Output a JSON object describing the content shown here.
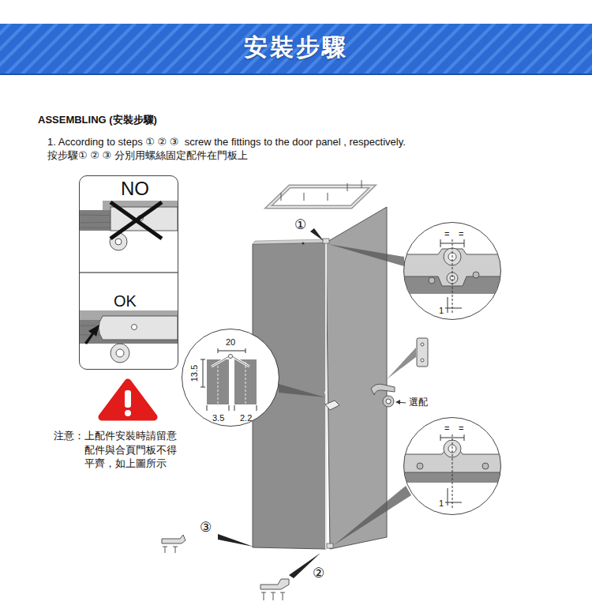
{
  "diagram": {
    "title": "安裝步驟",
    "nodes": [
      {
        "text": [
          "NO",
          "OK"
        ]
      },
      {
        "text": [
          "=",
          "=",
          "1"
        ]
      },
      {
        "text": [
          "20",
          "13.5",
          "3.5",
          "2.2"
        ]
      },
      {
        "text": [
          "=",
          "=",
          "1"
        ]
      }
    ],
    "labels": [
      "ASSEMBLING (安裝步驟)",
      "1. According to steps ① ② ③  screw the fittings to the door panel , respectively.",
      "按步驟① ② ③ 分別用螺絲固定配件在門板上",
      "①",
      "②",
      "③",
      "選配",
      "注意：上配件安裝時請留意 配件與合頁門板不得 平齊，如上圖所示"
    ]
  }
}
